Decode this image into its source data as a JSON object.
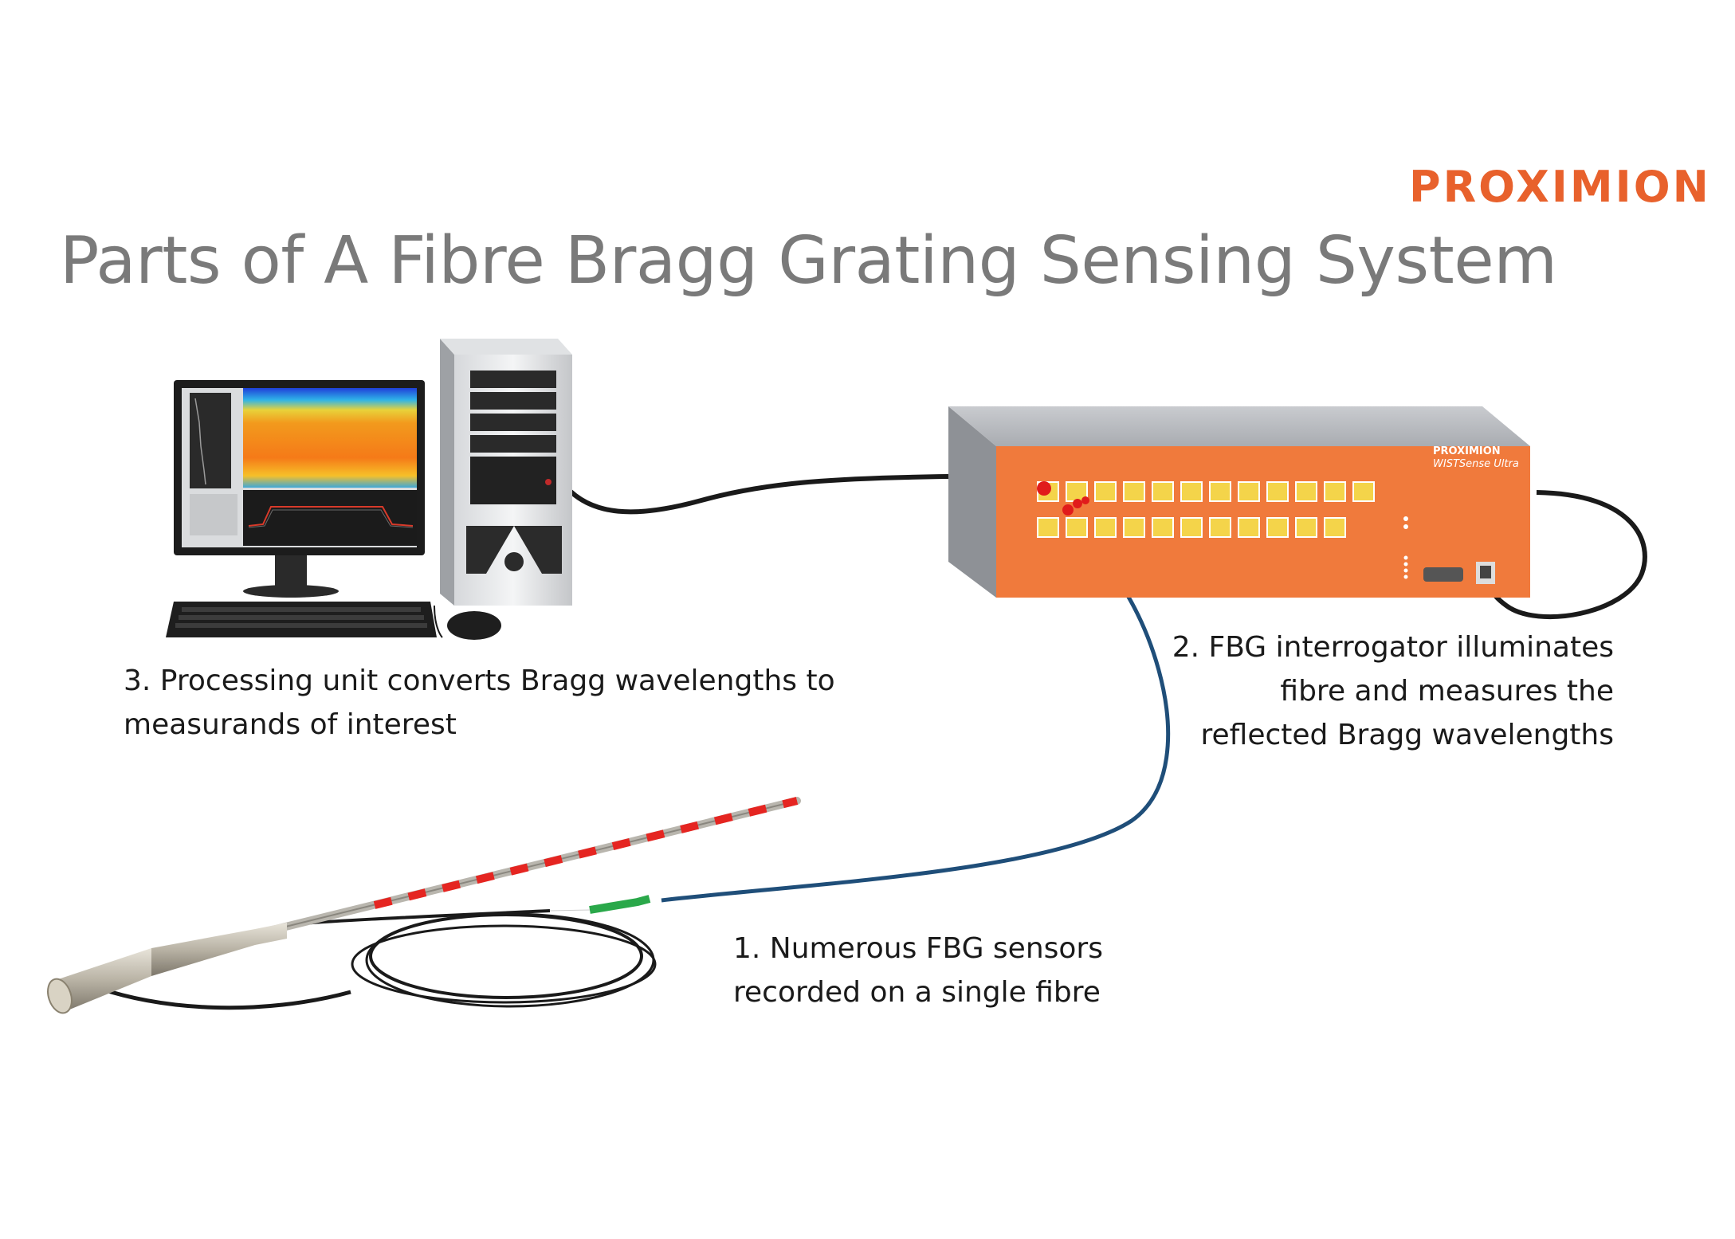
{
  "logo": {
    "text": "PROXIMION"
  },
  "title": "Parts of A Fibre Bragg Grating Sensing System",
  "device": {
    "brand": "PROXIMION",
    "model": "WISTSense Ultra",
    "colors": {
      "panel": "#f07a3c",
      "casing": "#b7b9bd",
      "port": "#f4d44a"
    }
  },
  "captions": {
    "processing": [
      "3. Processing unit converts Bragg wavelengths to",
      "measurands of interest"
    ],
    "interrogator": [
      "2. FBG interrogator illuminates",
      "fibre and measures the",
      "reflected Bragg wavelengths"
    ],
    "sensors": [
      "1. Numerous FBG sensors",
      "recorded on a single fibre"
    ]
  },
  "colors": {
    "brand": "#e8612c",
    "title": "#7a7a7a",
    "fibre_cable": "#1f4e79",
    "sensor_marks": "#e52521",
    "black_cable": "#1a1a1a"
  },
  "icons": [
    "monitor-icon",
    "pc-tower-icon",
    "keyboard-icon",
    "mouse-icon",
    "interrogator-icon",
    "fbg-probe-icon"
  ]
}
